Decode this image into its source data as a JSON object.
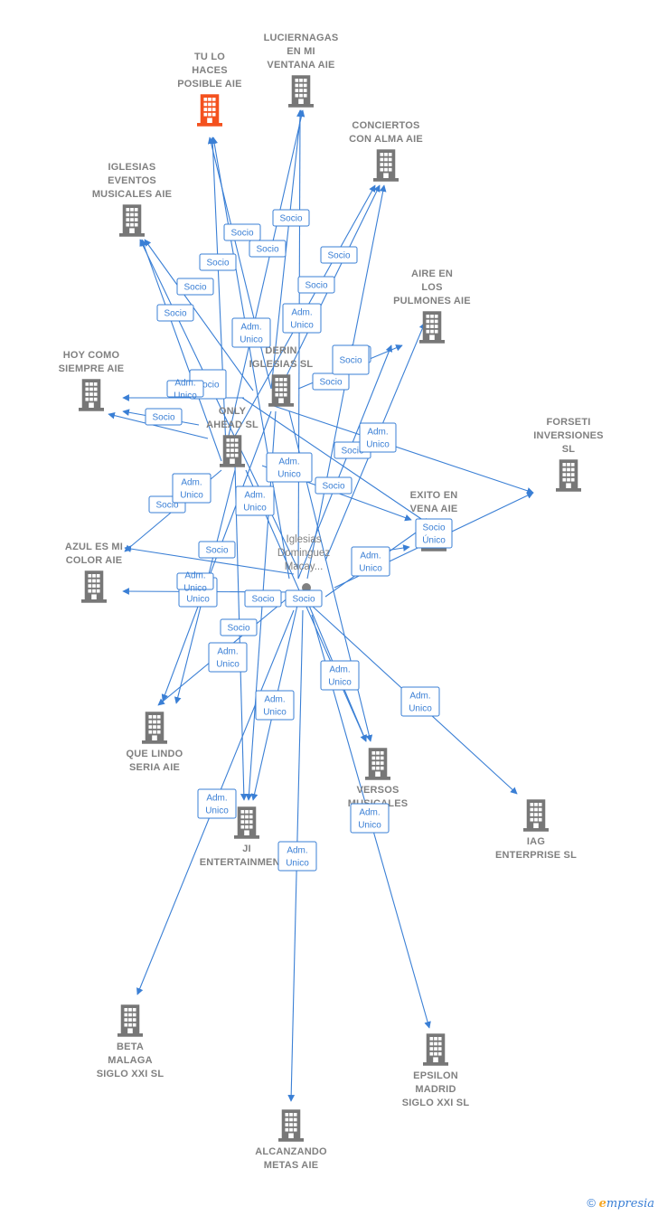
{
  "colors": {
    "edge": "#3a7fd5",
    "building": "#777777",
    "highlight": "#f4511e"
  },
  "companies": [
    {
      "id": "tu_lo_haces",
      "name": "TU LO\nHACES\nPOSIBLE AIE",
      "highlight": true
    },
    {
      "id": "luciernagas",
      "name": "LUCIERNAGAS\nEN MI\nVENTANA AIE"
    },
    {
      "id": "conciertos",
      "name": "CONCIERTOS\nCON ALMA AIE"
    },
    {
      "id": "iglesias_eventos",
      "name": "IGLESIAS\nEVENTOS\nMUSICALES AIE"
    },
    {
      "id": "aire_en_los",
      "name": "AIRE EN\nLOS\nPULMONES AIE"
    },
    {
      "id": "hoy_como",
      "name": "HOY COMO\nSIEMPRE AIE"
    },
    {
      "id": "derin",
      "name": "DERIN\nIGLESIAS  SL"
    },
    {
      "id": "forseti",
      "name": "FORSETI\nINVERSIONES\nSL"
    },
    {
      "id": "only_ahead",
      "name": "ONLY\nAHEAD  SL"
    },
    {
      "id": "exito",
      "name": "EXITO EN\nVENA AIE"
    },
    {
      "id": "azul",
      "name": "AZUL ES MI\nCOLOR AIE"
    },
    {
      "id": "que_lindo",
      "name": "QUE LINDO\nSERIA AIE"
    },
    {
      "id": "versos",
      "name": "VERSOS\nMUSICALES\n..."
    },
    {
      "id": "iag",
      "name": "IAG\nENTERPRISE SL"
    },
    {
      "id": "ji",
      "name": "JI\nENTERTAINMENT..."
    },
    {
      "id": "beta",
      "name": "BETA\nMALAGA\nSIGLO XXI  SL"
    },
    {
      "id": "epsilon",
      "name": "EPSILON\nMADRID\nSIGLO XXI  SL"
    },
    {
      "id": "alcanzando",
      "name": "ALCANZANDO\nMETAS AIE"
    }
  ],
  "person": {
    "name": "Iglesias\nDominguez\nMacay..."
  },
  "relations": [
    "Socio",
    "Socio",
    "Socio",
    "Socio",
    "Socio",
    "Socio",
    "Socio",
    "Adm.\nUnico",
    "Adm.\nUnico",
    "Socio",
    "Socio",
    "Adm.\nUnico",
    "Socio",
    "Adm.\nUnico",
    "Socio",
    "Socio",
    "Socio",
    "Socio",
    "Adm.\nUnico",
    "Adm.\nUnico",
    "Socio",
    "Adm.\nUnico",
    "Adm.\nUnico",
    "Socio\nÚnico",
    "Socio",
    "Adm.\nUnico",
    "Socio",
    "Adm.\nUnico",
    "Socio",
    "Socio",
    "Adm.\nUnico",
    "Socio",
    "Adm.\nUnico",
    "Adm.\nUnico",
    "Adm.\nUnico",
    "Adm.\nUnico",
    "Adm.\nUnico",
    "Adm.\nUnico",
    "Adm.\nUnico"
  ],
  "footer": {
    "copyright": "©",
    "brand_e": "e",
    "brand_rest": "mpresia"
  }
}
